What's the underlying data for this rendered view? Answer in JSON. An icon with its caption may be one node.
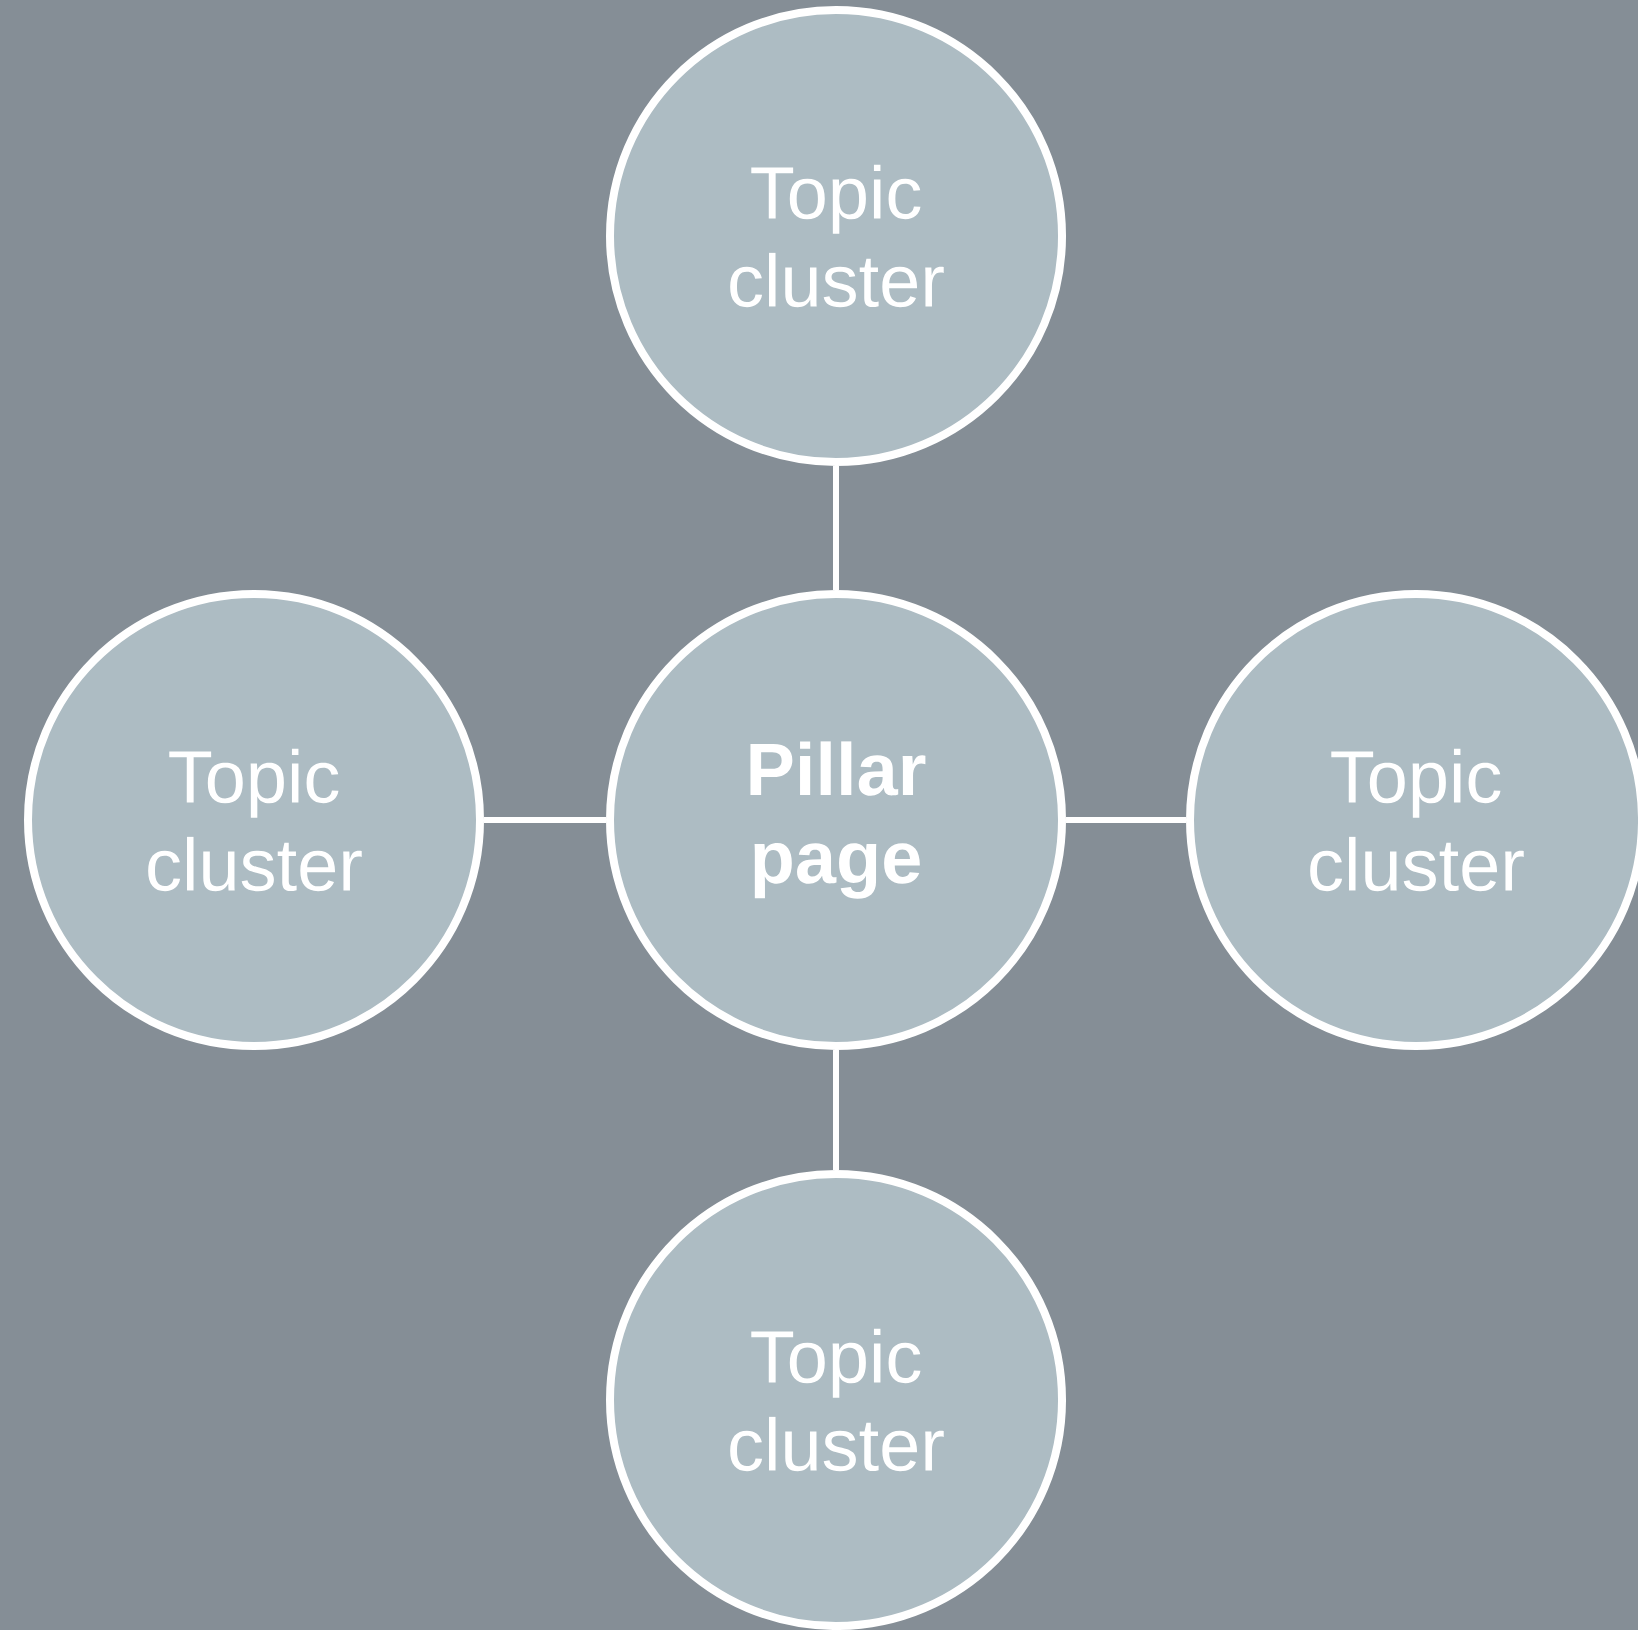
{
  "diagram": {
    "nodes": [
      {
        "text": [
          "Topic cluster"
        ]
      },
      {
        "text": [
          "Topic cluster"
        ]
      },
      {
        "text": [
          "Pillar page"
        ]
      },
      {
        "text": [
          "Topic cluster"
        ]
      },
      {
        "text": [
          "Topic cluster"
        ]
      }
    ],
    "edges": [
      {
        "from": 2,
        "to": 0,
        "arrow": "none"
      },
      {
        "from": 2,
        "to": 1,
        "arrow": "none"
      },
      {
        "from": 2,
        "to": 3,
        "arrow": "none"
      },
      {
        "from": 2,
        "to": 4,
        "arrow": "none"
      }
    ]
  }
}
